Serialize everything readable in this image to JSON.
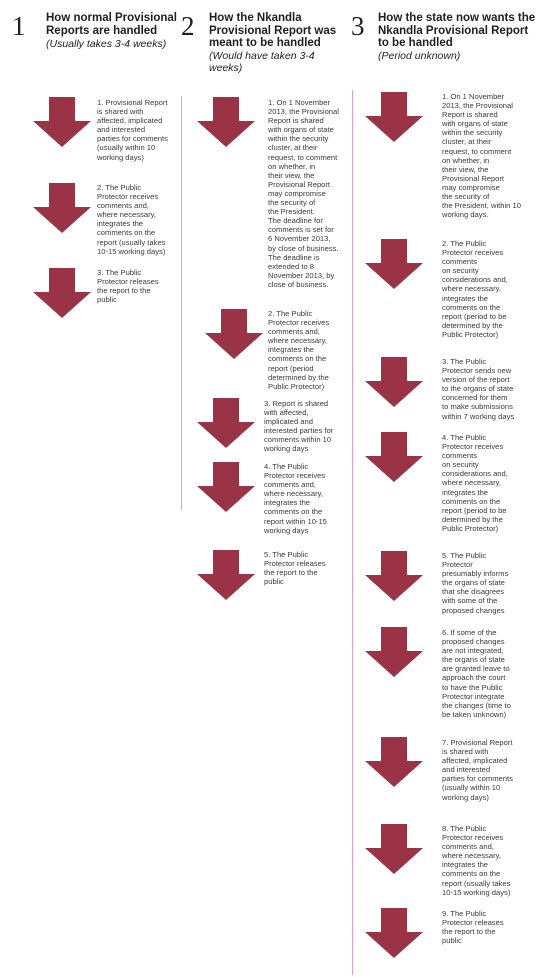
{
  "colors": {
    "arrow": "#9b3347",
    "divider": "#e89ac8"
  },
  "columns": [
    {
      "number": "1",
      "title": "How normal Provisional\nReports are handled",
      "subtitle": "(Usually takes 3-4 weeks)",
      "steps": [
        "1. Provisional Report\nis shared with\naffected, implicated\nand interested\nparties for comments\n(usually within 10\nworking days)",
        "2. The Public\nProtector receives\ncomments and,\nwhere necessary,\nintegrates the\ncomments on the\nreport (usually takes\n10-15 working days)",
        "3. The Public\nProtector releases\nthe report to the\npublic"
      ]
    },
    {
      "number": "2",
      "title": "How the Nkandla\nProvisional Report was\nmeant to be handled",
      "subtitle": "(Would have taken 3-4\nweeks)",
      "steps": [
        "1. On 1 November\n2013, the Provisional\nReport is shared\nwith organs  of state\nwithin the security\ncluster, at their\nrequest, to comment\non whether, in\ntheir view, the\nProvisional Report\nmay compromise\nthe security of\nthe President.\nThe deadline for\ncomments is set for\n6 November 2013,\nby close of business.\nThe deadline is\nextended to 8\nNovember 2013, by\nclose of business.",
        "2. The Public\nProtector receives\ncomments and,\nwhere necessary,\nintegrates the\ncomments on the\nreport (period\ndetermined by the\nPublic Protector)",
        "3. Report is shared\nwith affected,\nimplicated and\ninterested parties for\ncomments within 10\nworking days",
        "4. The Public\nProtector receives\ncomments and,\nwhere necessary,\nintegrates the\ncomments on the\nreport within 10-15\nworking days",
        "5. The Public\nProtector releases\nthe report to the\npublic"
      ]
    },
    {
      "number": "3",
      "title": "How the state now wants the\nNkandla Provisional Report\nto be handled",
      "subtitle": "(Period unknown)",
      "steps": [
        "1. On 1 November\n2013, the Provisional\nReport is shared\nwith organs  of state\nwithin the security\ncluster, at their\nrequest, to comment\non whether, in\ntheir view, the\nProvisional Report\nmay compromise\nthe security of\nthe President, within 10\nworking days.",
        "2. The Public\nProtector receives\ncomments\non security\nconsiderations and,\nwhere necessary,\nintegrates the\ncomments on the\nreport (period to be\ndetermined by the\nPublic Protector)",
        "3. The Public\nProtector sends new\nversion of the report\nto the organs of state\nconcerned for them\nto make submissions\nwithin 7 working days",
        "4. The Public\nProtector receives\ncomments\non security\nconsiderations and,\nwhere necessary,\nintegrates the\ncomments on the\nreport (period to be\ndetermined by the\nPublic Protector)",
        "5. The Public\nProtector\npresumably informs\nthe organs of state\nthat she disagrees\nwith some of the\nproposed changes",
        "6. If some of the\nproposed changes\nare not integrated,\nthe organs of state\nare granted leave to\napproach the court\nto have the Public\nProtector integrate\nthe changes (time to\nbe taken unknown)",
        "7. Provisional Report\nis shared with\naffected, implicated\nand interested\nparties for comments\n(usually within 10\nworking days)",
        "8. The Public\nProtector receives\ncomments and,\nwhere necessary,\nintegrates the\ncomments on the\nreport (usually takes\n10-15 working days)",
        "9. The Public\nProtector releases\nthe report to the\npublic"
      ]
    }
  ]
}
